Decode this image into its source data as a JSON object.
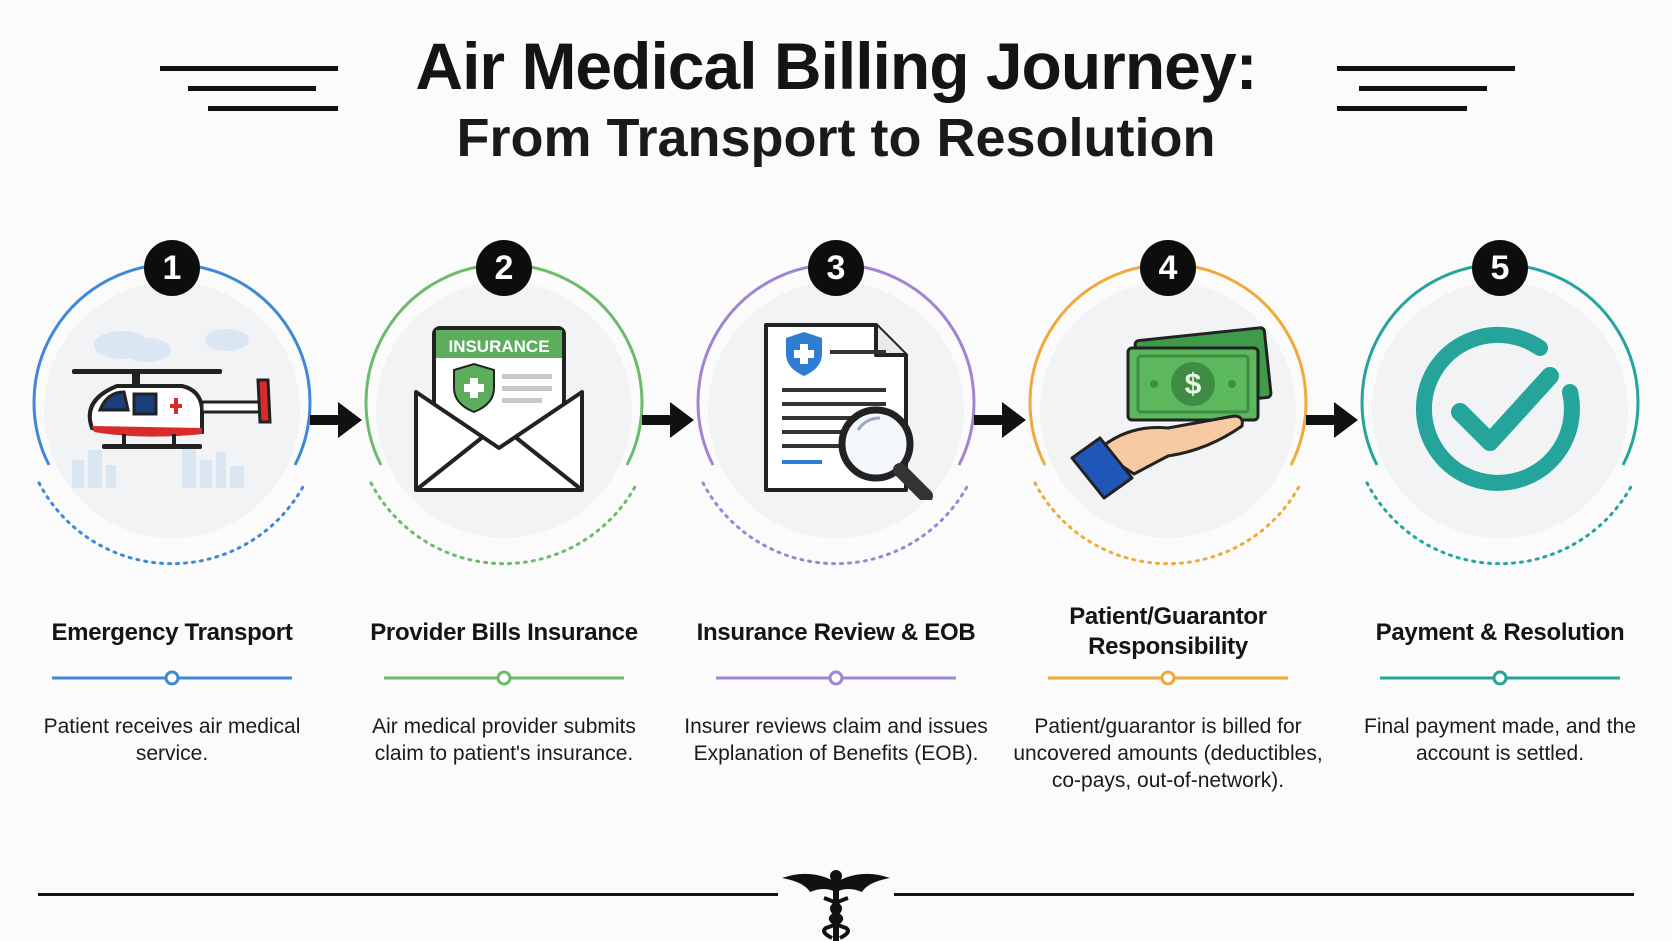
{
  "header": {
    "title": "Air Medical Billing Journey:",
    "subtitle": "From Transport to Resolution"
  },
  "colors": {
    "step1": "#3f88d8",
    "step2": "#6cba6a",
    "step3": "#a184d1",
    "step4": "#f0a93a",
    "step5": "#25a49c",
    "dark": "#111111"
  },
  "steps": [
    {
      "number": "1",
      "title": "Emergency Transport",
      "description": "Patient receives air medical service.",
      "icon": "helicopter-icon"
    },
    {
      "number": "2",
      "title": "Provider Bills Insurance",
      "description": "Air medical provider submits claim to patient's insurance.",
      "icon": "insurance-envelope-icon",
      "icon_label": "INSURANCE"
    },
    {
      "number": "3",
      "title": "Insurance Review & EOB",
      "description": "Insurer reviews claim and issues Explanation of Benefits (EOB).",
      "icon": "document-magnifier-icon"
    },
    {
      "number": "4",
      "title": "Patient/Guarantor Responsibility",
      "description": "Patient/guarantor is billed for uncovered amounts (deductibles, co-pays, out-of-network).",
      "icon": "hand-money-icon",
      "icon_label": "$"
    },
    {
      "number": "5",
      "title": "Payment & Resolution",
      "description": "Final payment made, and the account is settled.",
      "icon": "checkmark-circle-icon"
    }
  ]
}
